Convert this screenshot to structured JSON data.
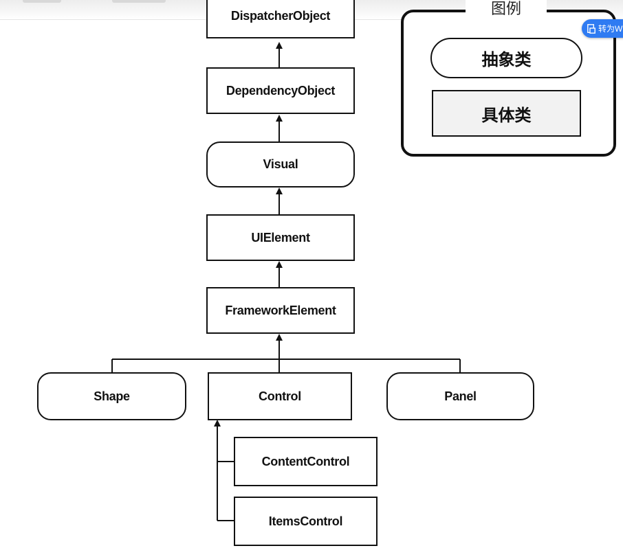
{
  "legend": {
    "title": "图例",
    "abstract_label": "抽象类",
    "concrete_label": "具体类"
  },
  "nodes": {
    "dispatcher_object": "DispatcherObject",
    "dependency_object": "DependencyObject",
    "visual": "Visual",
    "ui_element": "UIElement",
    "framework_element": "FrameworkElement",
    "shape": "Shape",
    "control": "Control",
    "panel": "Panel",
    "content_control": "ContentControl",
    "items_control": "ItemsControl"
  },
  "toolbar": {
    "convert_label": "转为W",
    "convert_icon": "document-convert-icon"
  },
  "colors": {
    "line": "#111111",
    "button": "#2f7bf2"
  }
}
